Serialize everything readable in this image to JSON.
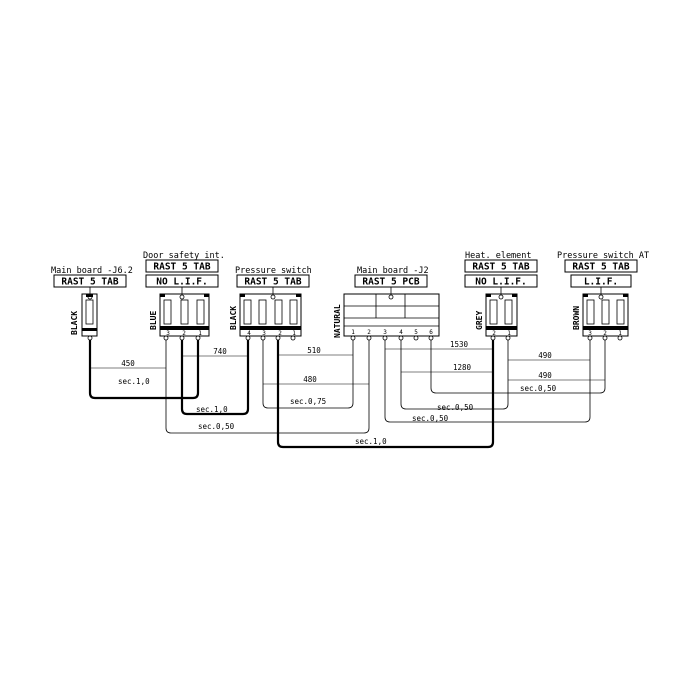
{
  "connectors": [
    {
      "id": "j62",
      "title": "Main board -J6.2",
      "boxes": [
        "RAST 5 TAB"
      ],
      "color": "BLACK",
      "pins": []
    },
    {
      "id": "door",
      "title": "Door safety int.",
      "boxes": [
        "RAST 5 TAB",
        "NO  L.I.F."
      ],
      "color": "BLUE",
      "pins": [
        "3",
        "2",
        "1"
      ]
    },
    {
      "id": "pswitch",
      "title": "Pressure switch",
      "boxes": [
        "RAST 5 TAB"
      ],
      "color": "BLACK",
      "pins": [
        "4",
        "3",
        "2",
        "1"
      ]
    },
    {
      "id": "j2",
      "title": "Main board -J2",
      "boxes": [
        "RAST 5 PCB"
      ],
      "color": "NATURAL",
      "pins": [
        "1",
        "2",
        "3",
        "4",
        "5",
        "6"
      ]
    },
    {
      "id": "heat",
      "title": "Heat. element",
      "boxes": [
        "RAST 5 TAB",
        "NO  L.I.F."
      ],
      "color": "GREY",
      "pins": [
        "2",
        "1"
      ]
    },
    {
      "id": "psat",
      "title": "Pressure switch AT",
      "boxes": [
        "RAST 5 TAB",
        "L.I.F."
      ],
      "color": "BROWN",
      "pins": [
        "3",
        "2",
        "1"
      ]
    }
  ],
  "dimensions": {
    "d450": "450",
    "d740": "740",
    "d510": "510",
    "d480": "480",
    "d1530": "1530",
    "d490a": "490",
    "d1280": "1280",
    "d490b": "490"
  },
  "wires": {
    "w1": "sec.1,0",
    "w2": "sec.1,0",
    "w3": "sec.0,75",
    "w4": "sec.0,50",
    "w5": "sec.0,50",
    "w6": "sec.0,50",
    "w7": "sec.0,50",
    "w8": "sec.1,0"
  }
}
